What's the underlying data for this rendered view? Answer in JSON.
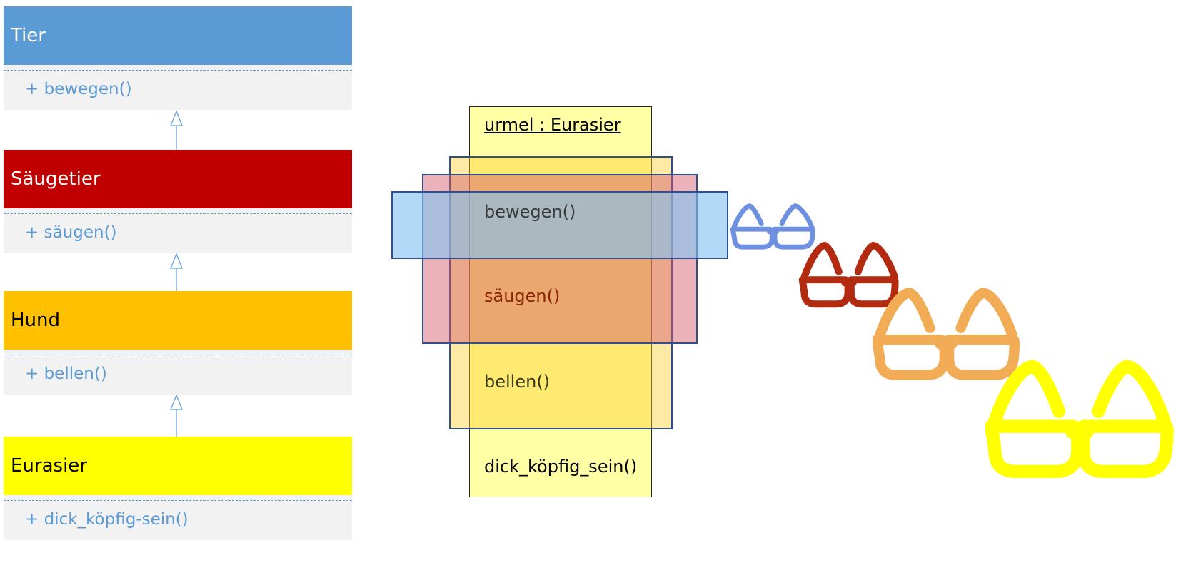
{
  "classes": [
    {
      "name": "Tier",
      "method": "+ bewegen()",
      "color": "#5b9bd5",
      "text_color": "#ffffff"
    },
    {
      "name": "Säugetier",
      "method": "+ säugen()",
      "color": "#c00000",
      "text_color": "#ffffff"
    },
    {
      "name": "Hund",
      "method": "+ bellen()",
      "color": "#ffc000",
      "text_color": "#000000"
    },
    {
      "name": "Eurasier",
      "method": "+ dick_köpfig-sein()",
      "color": "#ffff00",
      "text_color": "#000000"
    }
  ],
  "object": {
    "title": "urmel : Eurasier",
    "methods": [
      "bewegen()",
      "säugen()",
      "bellen()",
      "dick_köpfig_sein()"
    ]
  },
  "glasses_colors": [
    "#6f8fe0",
    "#b22a0f",
    "#f2ac55",
    "#ffff00"
  ]
}
